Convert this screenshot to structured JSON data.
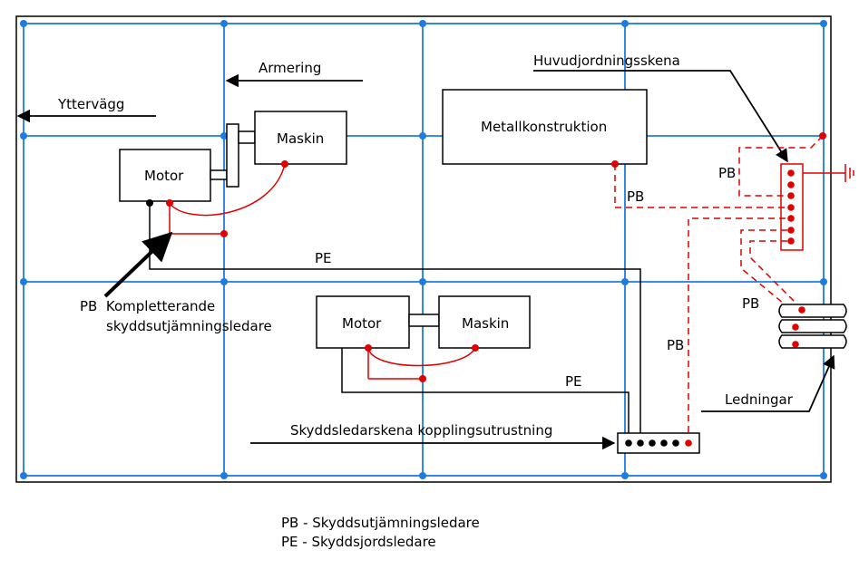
{
  "labels": {
    "yttervagg": "Yttervägg",
    "armering": "Armering",
    "huvudjordningsskena": "Huvudjordningsskena",
    "metallkonstruktion": "Metallkonstruktion",
    "motor_top": "Motor",
    "maskin_top": "Maskin",
    "motor_bottom": "Motor",
    "maskin_bottom": "Maskin",
    "pe_upper": "PE",
    "pe_lower": "PE",
    "pb_metal": "PB",
    "pb_hub": "PB",
    "pb_right": "PB",
    "pb_vertical": "PB",
    "pb_supplementary_line1": "PB  Kompletterande",
    "pb_supplementary_line2": "skyddsutjämningsledare",
    "skyddsledarskena": "Skyddsledarskena kopplingsutrustning",
    "ledningar": "Ledningar"
  },
  "legend": {
    "pb": "PB - Skyddsutjämningsledare",
    "pe": "PE - Skyddsjordsledare"
  },
  "colors": {
    "grid": "#1e7be0",
    "bonding": "#e00000",
    "conductor": "#000000"
  }
}
